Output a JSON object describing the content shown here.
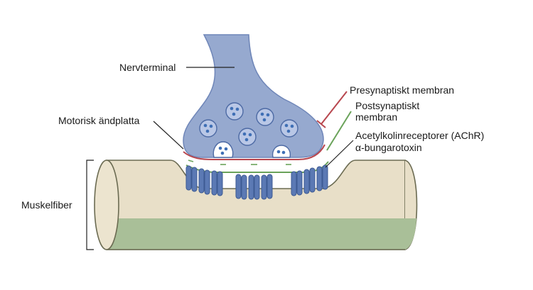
{
  "labels": {
    "nerve_terminal": "Nervterminal",
    "presynaptic": "Presynaptiskt membran",
    "postsynaptic_1": "Postsynaptiskt",
    "postsynaptic_2": "membran",
    "motor_endplate": "Motorisk ändplatta",
    "achr": "Acetylkolinreceptorer (AChR)",
    "bungarotoxin": "α-bungarotoxin",
    "muscle_fiber": "Muskelfiber"
  },
  "colors": {
    "nerve": "#96a9cf",
    "nerve_stroke": "#6f86b8",
    "vesicle_dot": "#3f6fb5",
    "muscle": "#e8dfc8",
    "muscle_shade": "#a9bf98",
    "muscle_stroke": "#6b6b52",
    "presynaptic_line": "#b8474f",
    "postsynaptic_line": "#6aa35a",
    "receptor": "#5b79b4",
    "receptor_stroke": "#3d5a93",
    "leader": "#222222"
  }
}
